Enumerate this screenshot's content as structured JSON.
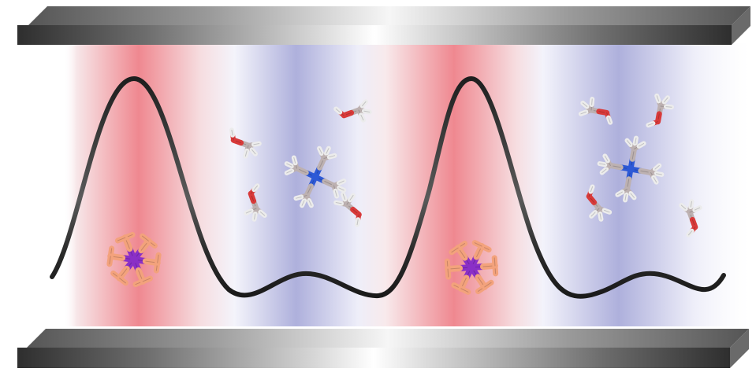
{
  "colors": {
    "background": "#ffffff",
    "plate_dark": "#3a3a3a",
    "plate_mid": "#9a9a9a",
    "plate_light": "#f4f4f4",
    "band_red": "#e85a64",
    "band_blue": "#6f74b8",
    "curve": "#2a2a2a",
    "oxygen": "#d83a3a",
    "nitrogen": "#2d59d6",
    "carbon": "#bdb1b1",
    "hydrogen": "#ececec",
    "phosphorus": "#8a2fc7",
    "fluorine": "#f3a27c"
  },
  "scene": {
    "plates": [
      "top-electrode-plate",
      "bottom-electrode-plate"
    ],
    "regions": [
      {
        "name": "cation-band-left",
        "color": "red"
      },
      {
        "name": "anion-band-left",
        "color": "blue"
      },
      {
        "name": "cation-band-right",
        "color": "red"
      },
      {
        "name": "anion-band-right",
        "color": "blue"
      }
    ],
    "molecules": {
      "anion_icon": "hexafluorophosphate-molecule-icon",
      "cation_icon": "tetramethylammonium-molecule-icon",
      "solvent_icon": "methanol-molecule-icon",
      "anion_count": 2,
      "cation_count": 2,
      "solvent_count": 8
    }
  }
}
